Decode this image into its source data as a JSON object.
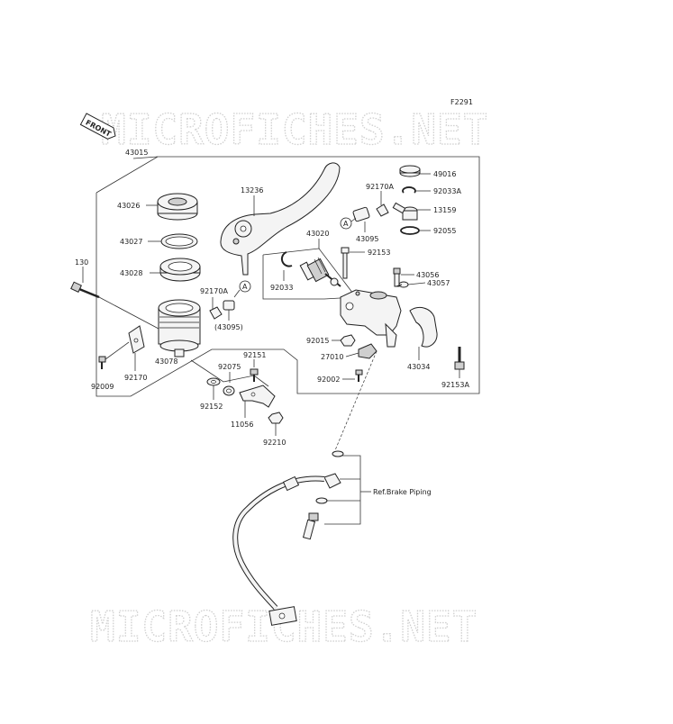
{
  "diagram": {
    "figure_code": "F2291",
    "watermark": "MICROFICHES.NET",
    "front_label": "FRONT",
    "ref_label": "Ref.Brake Piping",
    "ref_a": "A",
    "parts": {
      "p43015": "43015",
      "p43026": "43026",
      "p43027": "43027",
      "p43028": "43028",
      "p130": "130",
      "p13236": "13236",
      "p43020": "43020",
      "p92170a_1": "92170A",
      "p92170a_2": "92170A",
      "p43095_a": "43095",
      "p43095_b": "(43095)",
      "p92033": "92033",
      "p92153": "92153",
      "p49016": "49016",
      "p92033a": "92033A",
      "p13159": "13159",
      "p92055": "92055",
      "p43056": "43056",
      "p43057": "43057",
      "p92015": "92015",
      "p27010": "27010",
      "p43034": "43034",
      "p92002": "92002",
      "p92153a": "92153A",
      "p43078": "43078",
      "p92170": "92170",
      "p92009": "92009",
      "p92151": "92151",
      "p92075": "92075",
      "p92152": "92152",
      "p11056": "11056",
      "p92210": "92210"
    }
  }
}
